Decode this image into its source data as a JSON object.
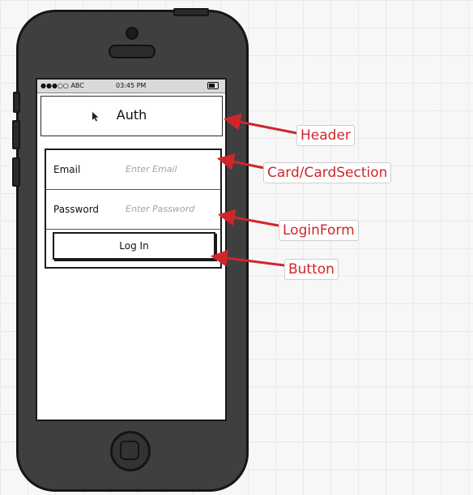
{
  "phone": {
    "status_bar": {
      "carrier": "●●●○○ ABC",
      "time": "03:45 PM",
      "battery_icon": "battery-icon"
    },
    "header": {
      "title": "Auth"
    },
    "card": {
      "email": {
        "label": "Email",
        "placeholder": "Enter Email"
      },
      "password": {
        "label": "Password",
        "placeholder": "Enter Password"
      },
      "button_label": "Log In"
    }
  },
  "annotations": [
    {
      "label": "Header"
    },
    {
      "label": "Card/CardSection"
    },
    {
      "label": "LoginForm"
    },
    {
      "label": "Button"
    }
  ],
  "colors": {
    "annotation": "#d0262a",
    "phone_body": "#3f3f3f",
    "screen": "#ffffff"
  }
}
